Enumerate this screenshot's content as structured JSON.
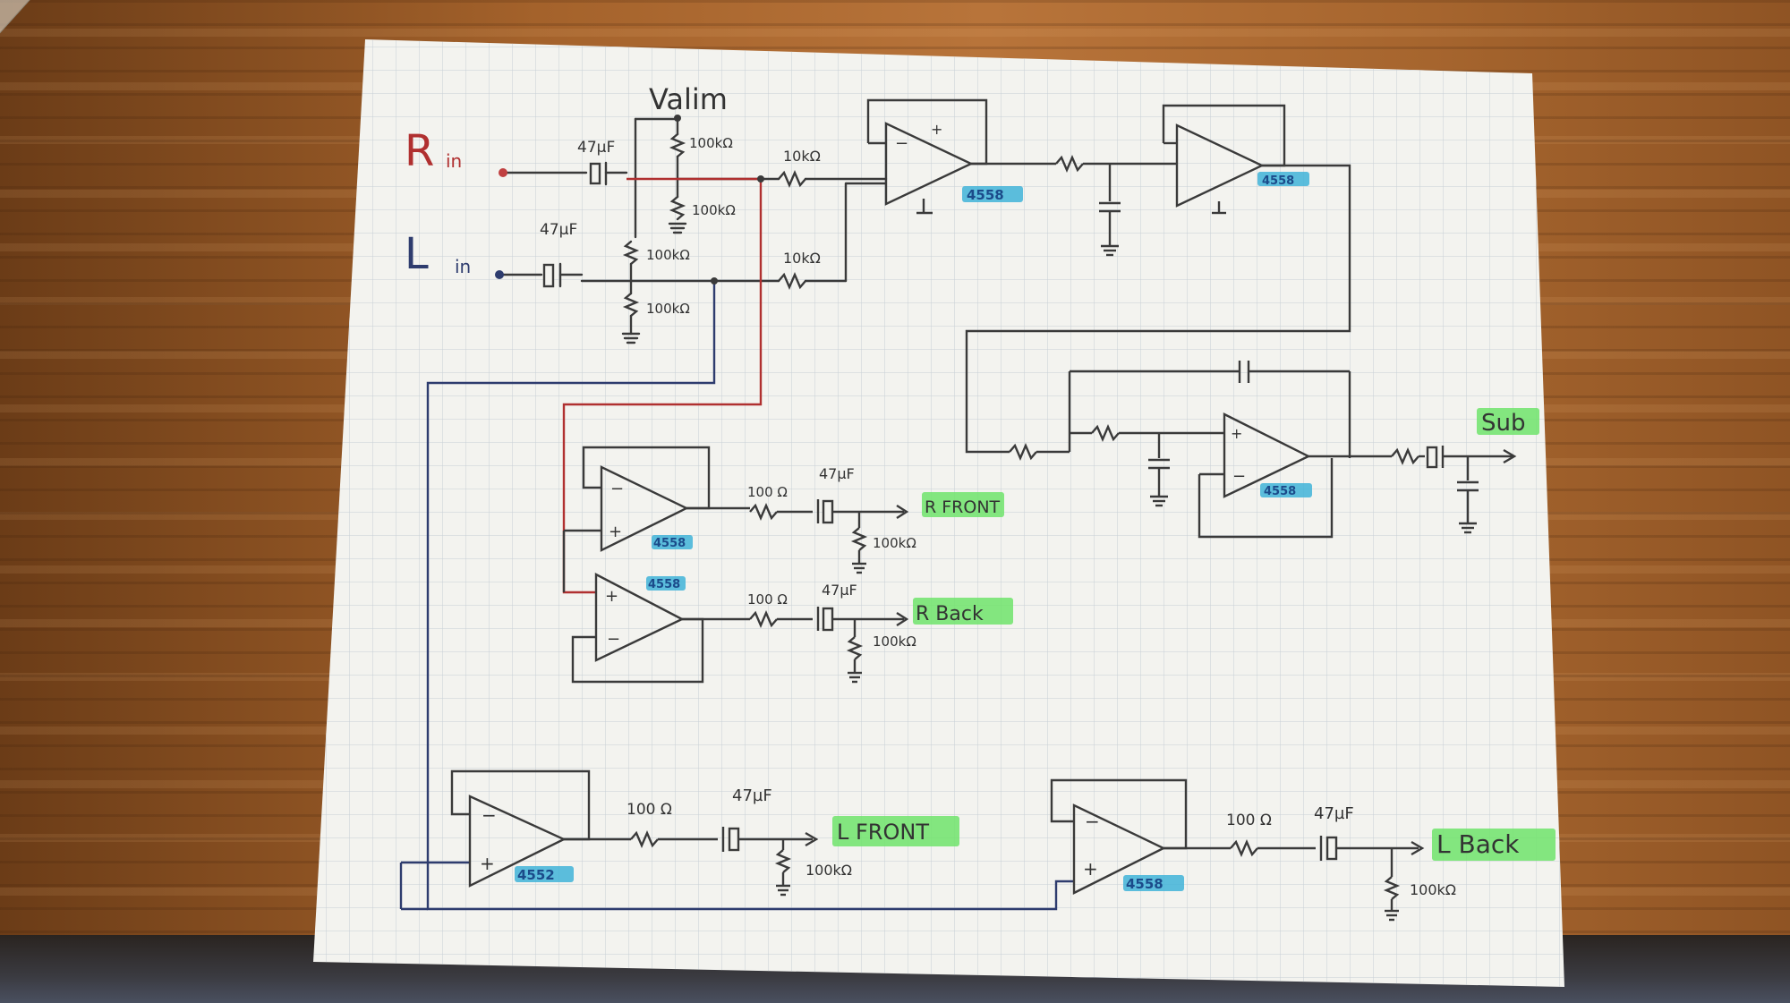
{
  "inputs": {
    "r_letter": "R",
    "r_sub": "in",
    "l_letter": "L",
    "l_sub": "in",
    "supply": "Valim"
  },
  "components": {
    "cap_47uF": "47µF",
    "res_100k": "100kΩ",
    "res_10k": "10kΩ",
    "res_100": "100 Ω",
    "opamp_code": "4558",
    "opamp_code_alt": "4552",
    "plus": "+",
    "minus": "−"
  },
  "outputs": {
    "sub": "Sub",
    "r_front": "R FRONT",
    "r_back": "R Back",
    "l_front": "L FRONT",
    "l_back": "L Back"
  },
  "colors": {
    "desk": "#a4622b",
    "paper": "#f3f3ef",
    "grid": "#c9d0d6",
    "pencil": "#3a3a3a",
    "red_wire": "#b03030",
    "blue_wire": "#2e3c6e",
    "highlight_green": "#6ee36b",
    "highlight_blue": "#3fb3d8"
  }
}
